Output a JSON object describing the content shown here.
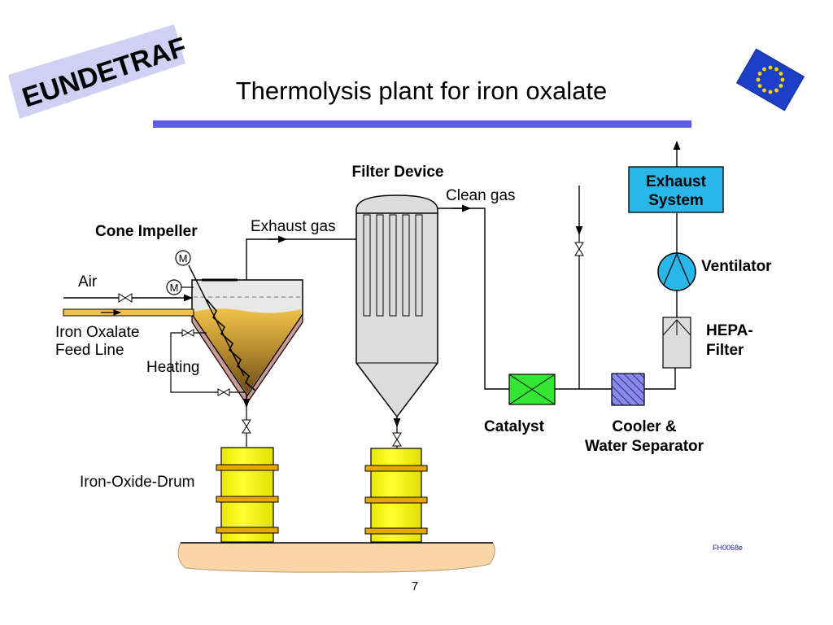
{
  "slide": {
    "title": "Thermolysis plant for iron oxalate",
    "page_number": "7",
    "logo_text": "EUNDETRAF",
    "reference_code": "FH0068e"
  },
  "diagram": {
    "labels": {
      "filter_device": "Filter Device",
      "clean_gas": "Clean gas",
      "exhaust_gas": "Exhaust gas",
      "cone_impeller": "Cone Impeller",
      "air": "Air",
      "feed_line_1": "Iron Oxalate",
      "feed_line_2": "Feed Line",
      "heating": "Heating",
      "iron_oxide_drum": "Iron-Oxide-Drum",
      "catalyst": "Catalyst",
      "cooler_1": "Cooler &",
      "cooler_2": "Water Separator",
      "exhaust_system_1": "Exhaust",
      "exhaust_system_2": "System",
      "ventilator": "Ventilator",
      "hepa_1": "HEPA-",
      "hepa_2": "Filter",
      "motor": "M"
    },
    "colors": {
      "title_rule": "#5b5bee",
      "exhaust_system": "#29b6e8",
      "ventilator": "#29b6e8",
      "catalyst": "#33e633",
      "cooler": "#7f7fe6",
      "drum": "#ffff00",
      "drum_band": "#e6a800",
      "vessel": "#dcdcdc",
      "ground": "#f9d5a7"
    }
  }
}
